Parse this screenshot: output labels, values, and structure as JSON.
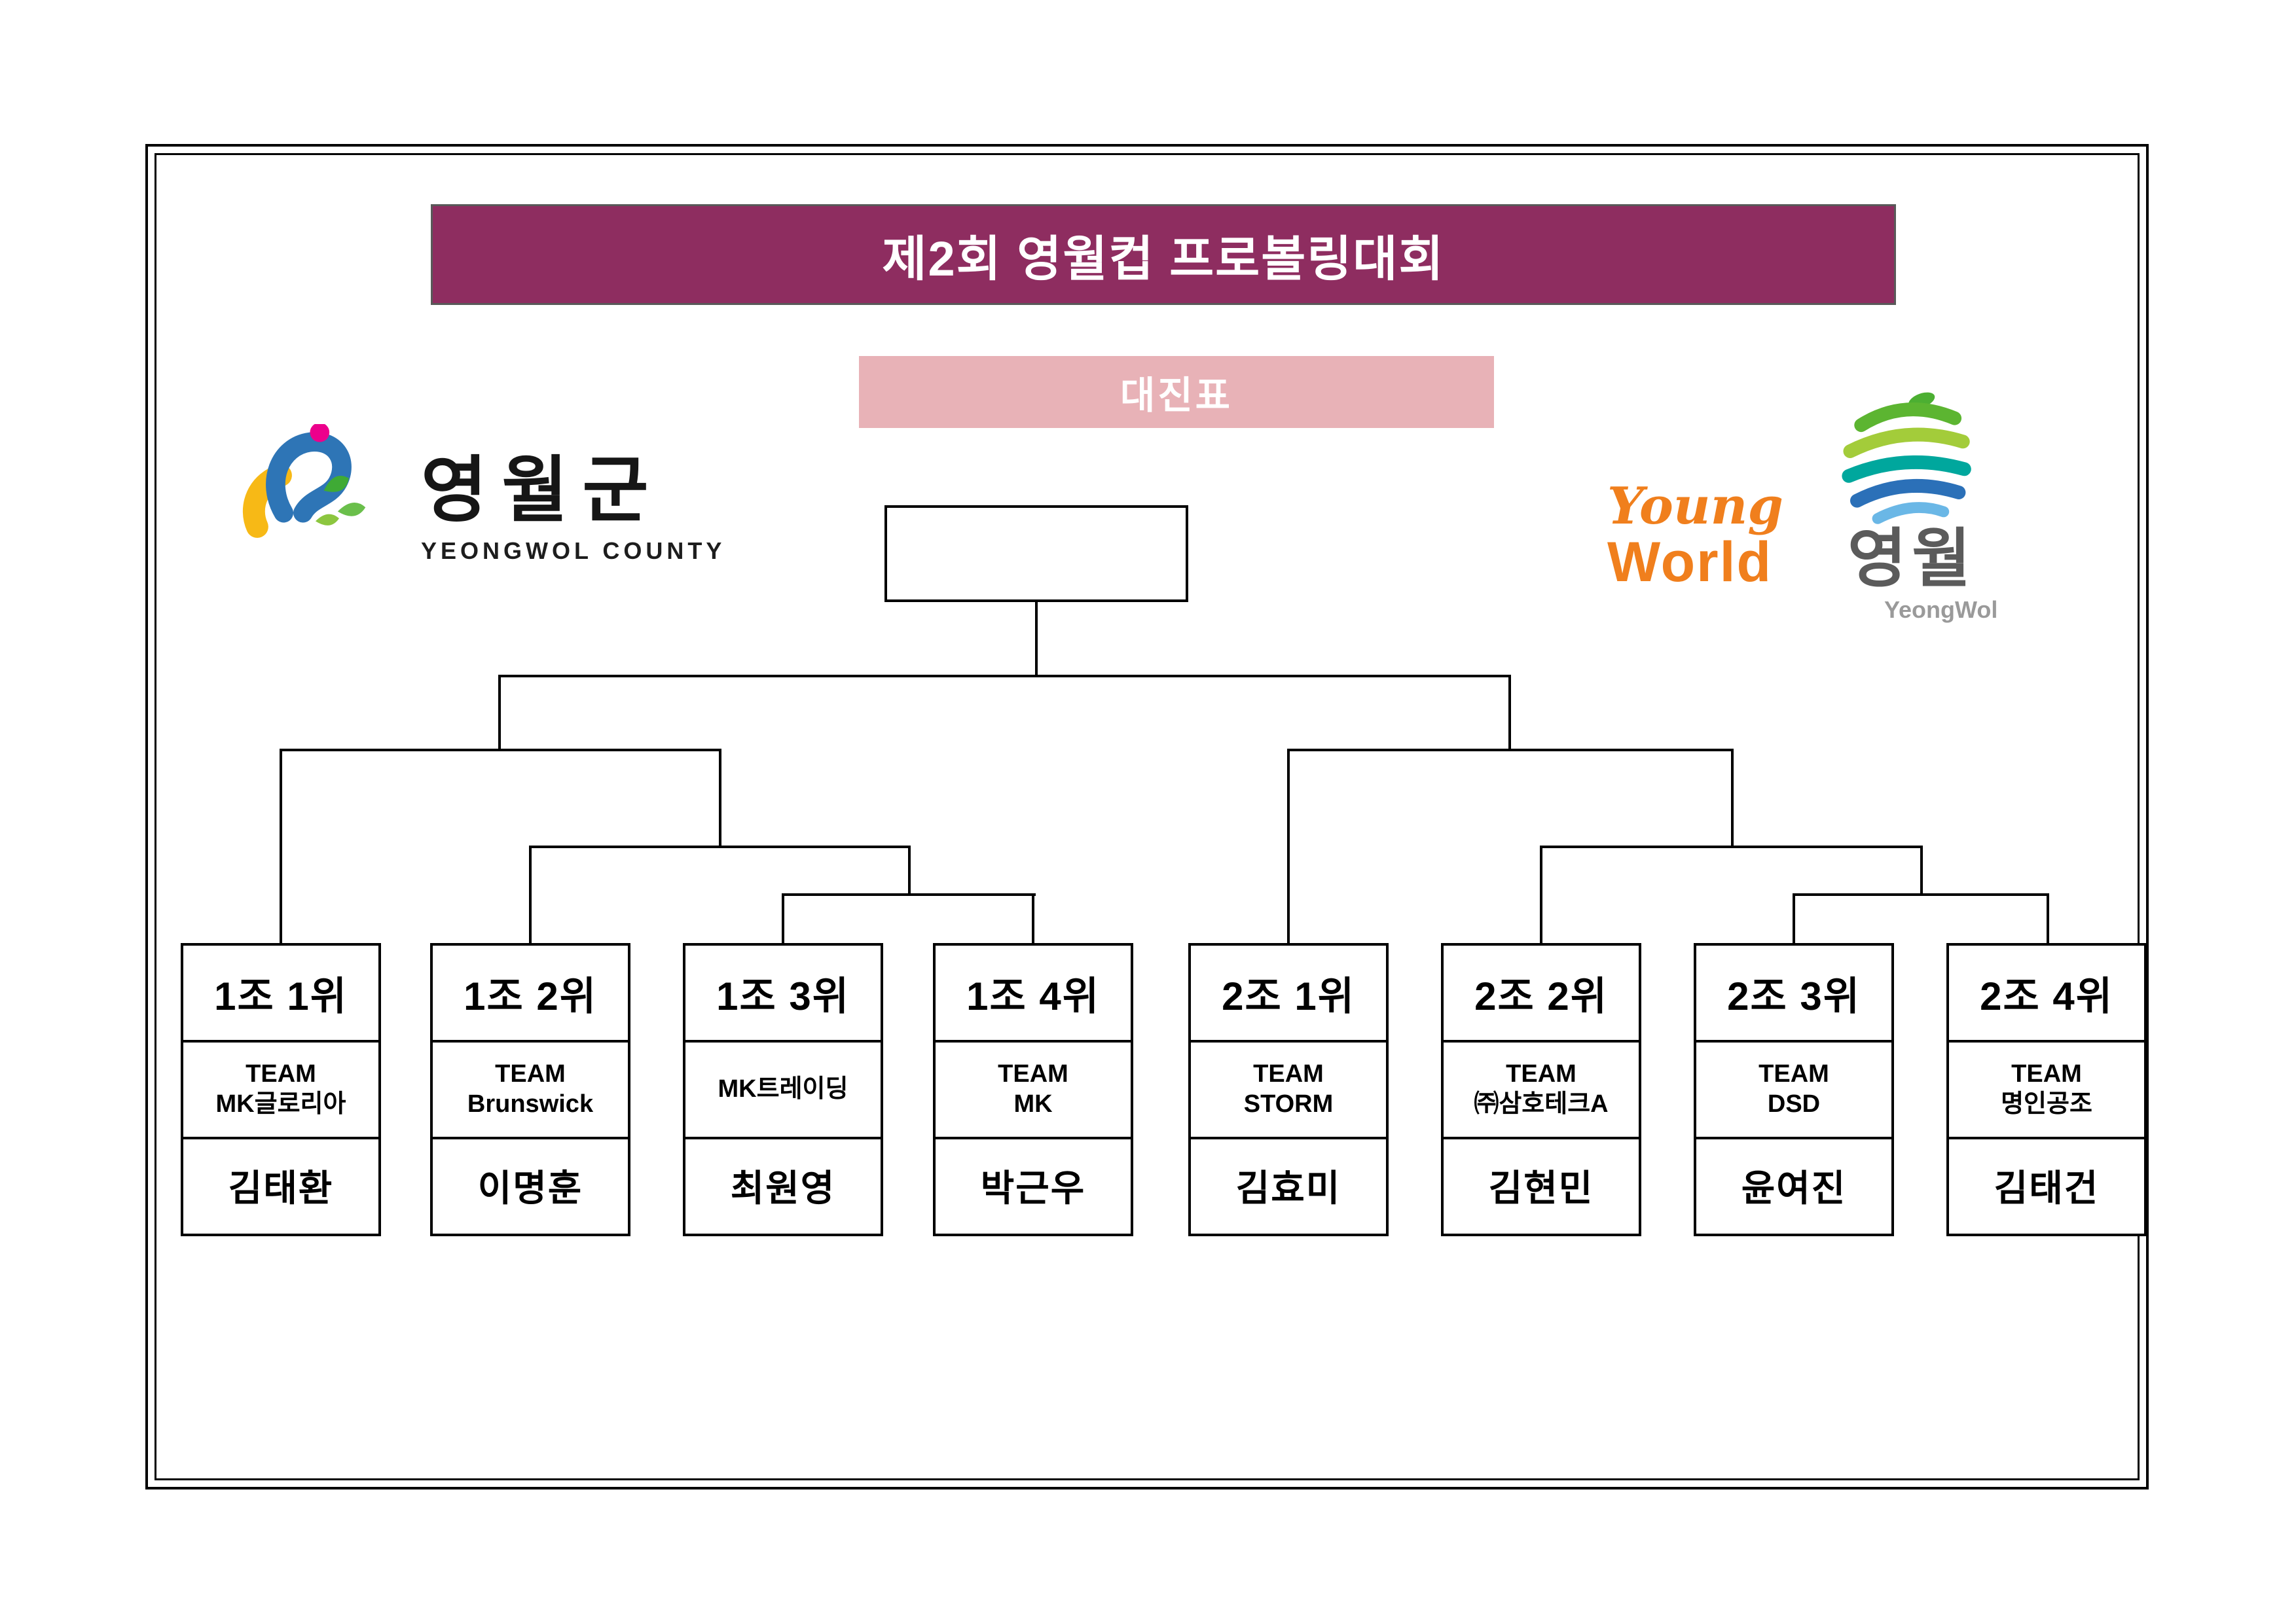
{
  "header": {
    "title": "제2회 영월컵 프로볼링대회",
    "subtitle": "대진표"
  },
  "logos": {
    "left": {
      "title": "영월군",
      "subtitle": "YEONGWOL COUNTY"
    },
    "right": {
      "line1": "Young",
      "line2": "World",
      "korean": "영월",
      "subtitle": "YeongWol"
    }
  },
  "bracket": {
    "final_box_label": "",
    "teams": [
      {
        "seed": "1조 1위",
        "team": "TEAM\nMK글로리아",
        "player": "김태환"
      },
      {
        "seed": "1조 2위",
        "team": "TEAM\nBrunswick",
        "player": "이명훈"
      },
      {
        "seed": "1조 3위",
        "team": "MK트레이딩",
        "player": "최원영"
      },
      {
        "seed": "1조 4위",
        "team": "TEAM\nMK",
        "player": "박근우"
      },
      {
        "seed": "2조 1위",
        "team": "TEAM\nSTORM",
        "player": "김효미"
      },
      {
        "seed": "2조 2위",
        "team": "TEAM\n㈜삼호테크A",
        "player": "김현민"
      },
      {
        "seed": "2조 3위",
        "team": "TEAM\nDSD",
        "player": "윤여진"
      },
      {
        "seed": "2조 4위",
        "team": "TEAM\n명인공조",
        "player": "김태건"
      }
    ]
  },
  "colors": {
    "title-banner-bg": "#8E2D60",
    "title-banner-text": "#FFFFFF",
    "subtitle-banner-bg": "#E8B2B7",
    "subtitle-banner-text": "#FFFFFF",
    "line-color": "#000000",
    "logo-orange": "#F07F1D",
    "logo-gray": "#5B5B5B"
  }
}
